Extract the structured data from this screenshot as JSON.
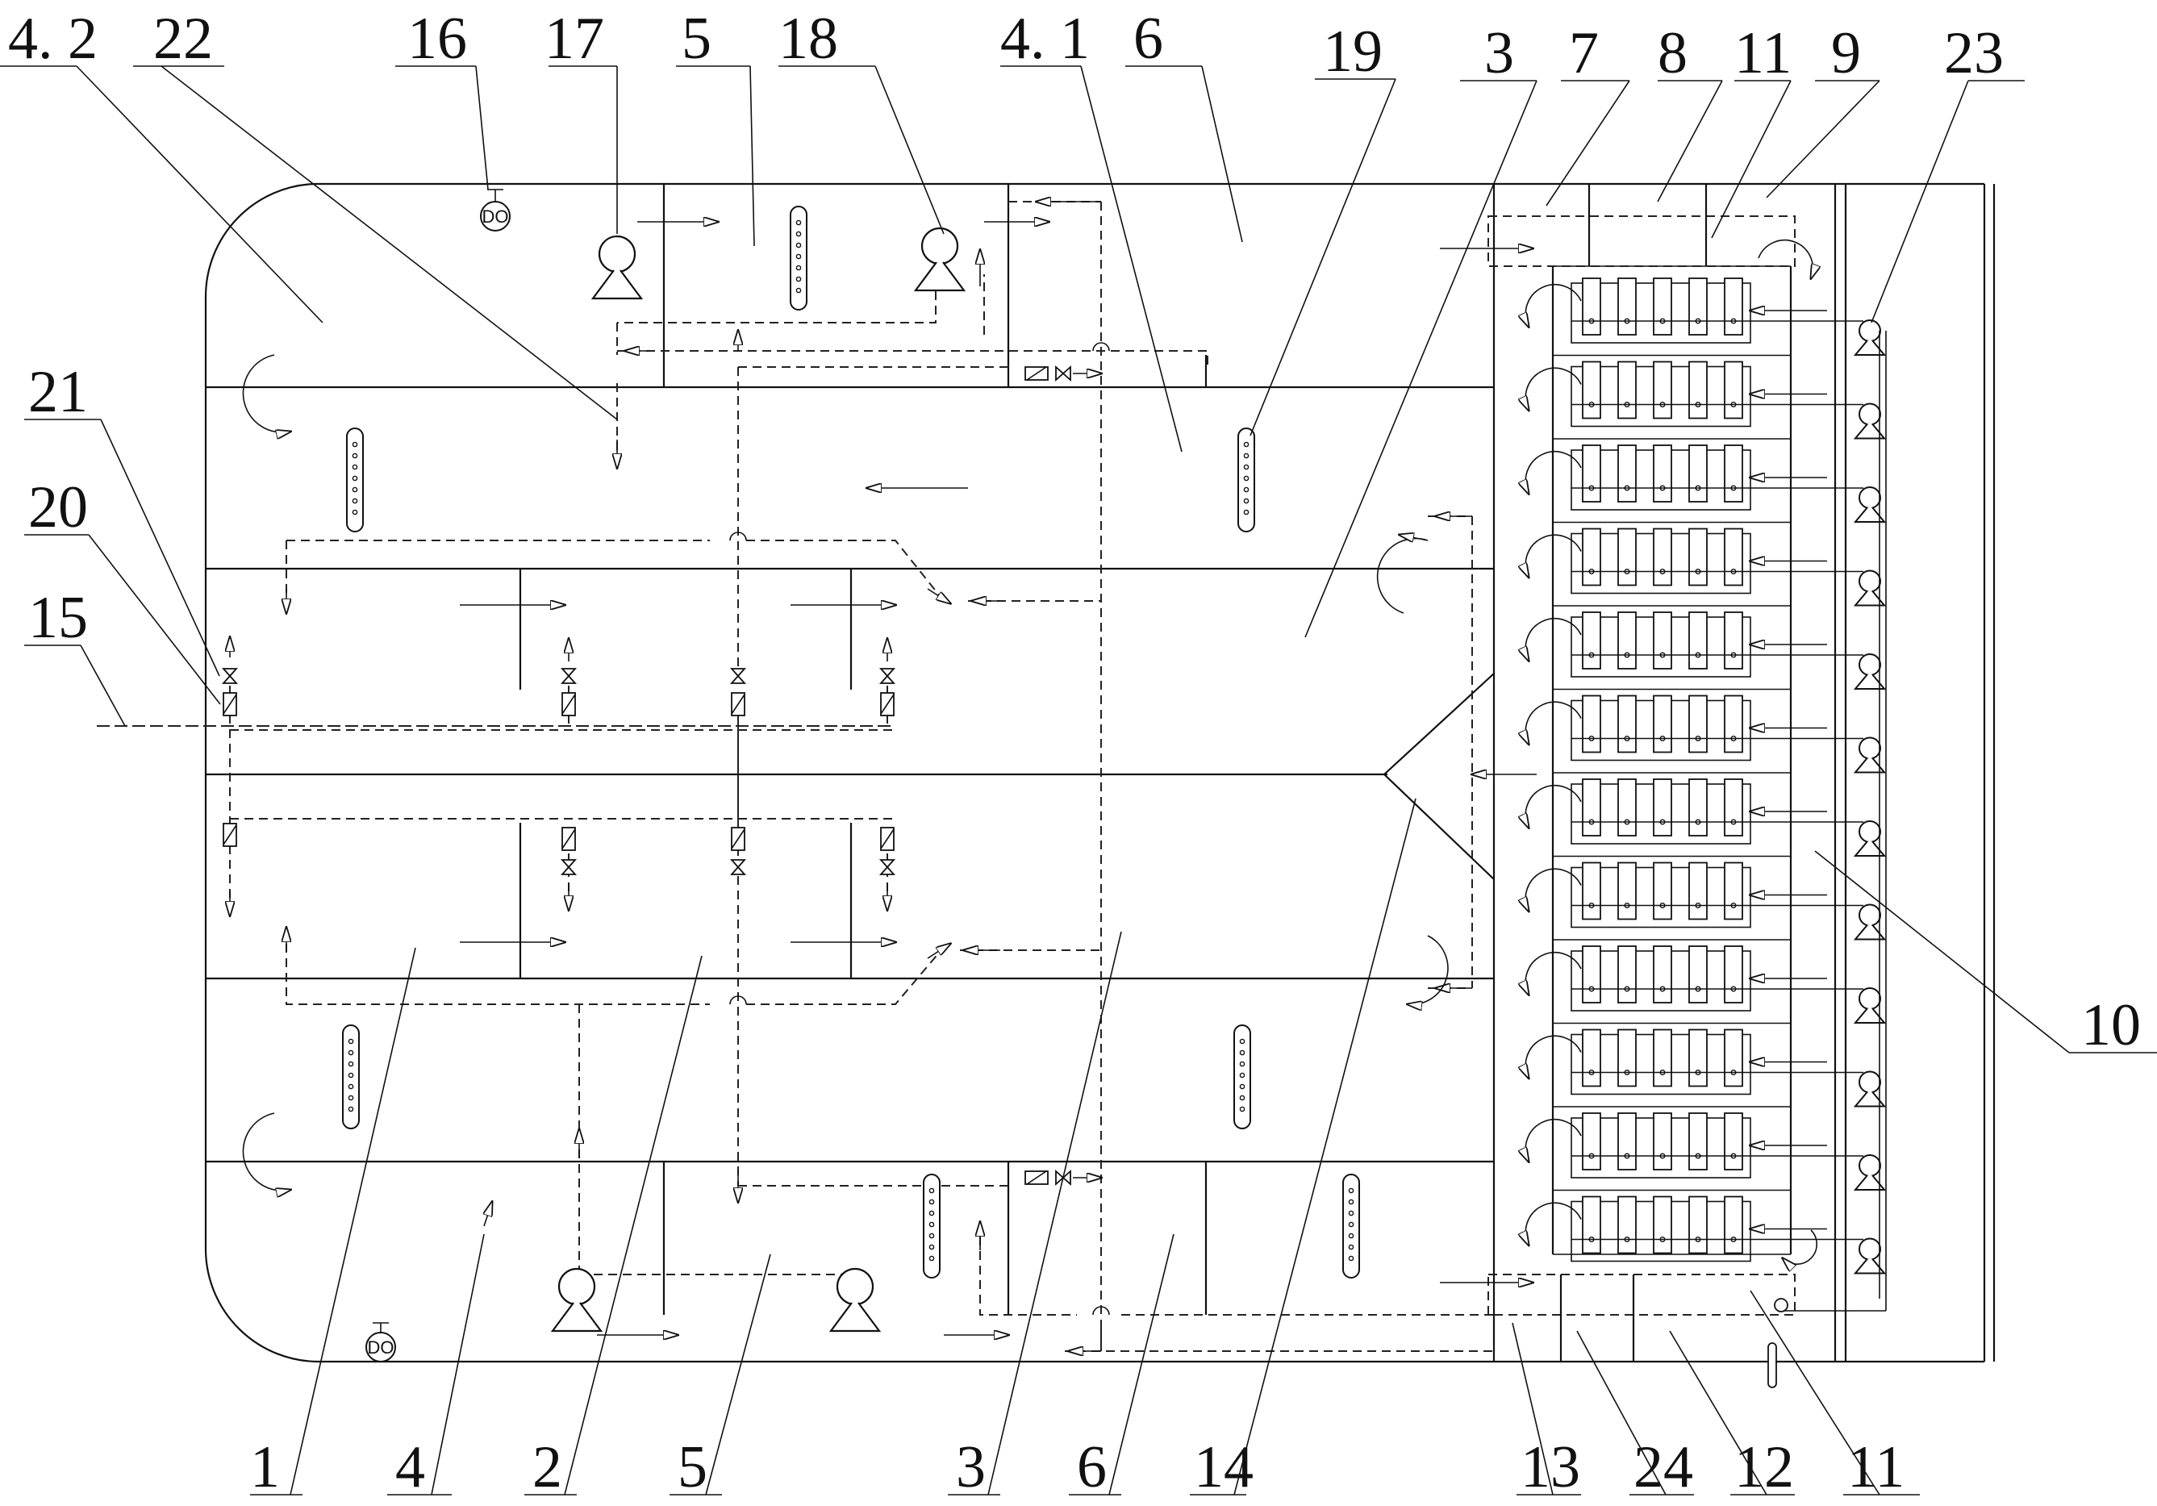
{
  "labels": {
    "top": [
      "4. 2",
      "22",
      "16",
      "17",
      "5",
      "18",
      "4. 1",
      "6",
      "19",
      "3",
      "7",
      "8",
      "11",
      "9",
      "23"
    ],
    "left": [
      "21",
      "20",
      "15"
    ],
    "right": [
      "10"
    ],
    "bottom": [
      "1",
      "4",
      "2",
      "5",
      "3",
      "6",
      "14",
      "13",
      "24",
      "12",
      "11"
    ]
  },
  "sensors": {
    "do_top": "DO",
    "do_bottom": "DO"
  }
}
